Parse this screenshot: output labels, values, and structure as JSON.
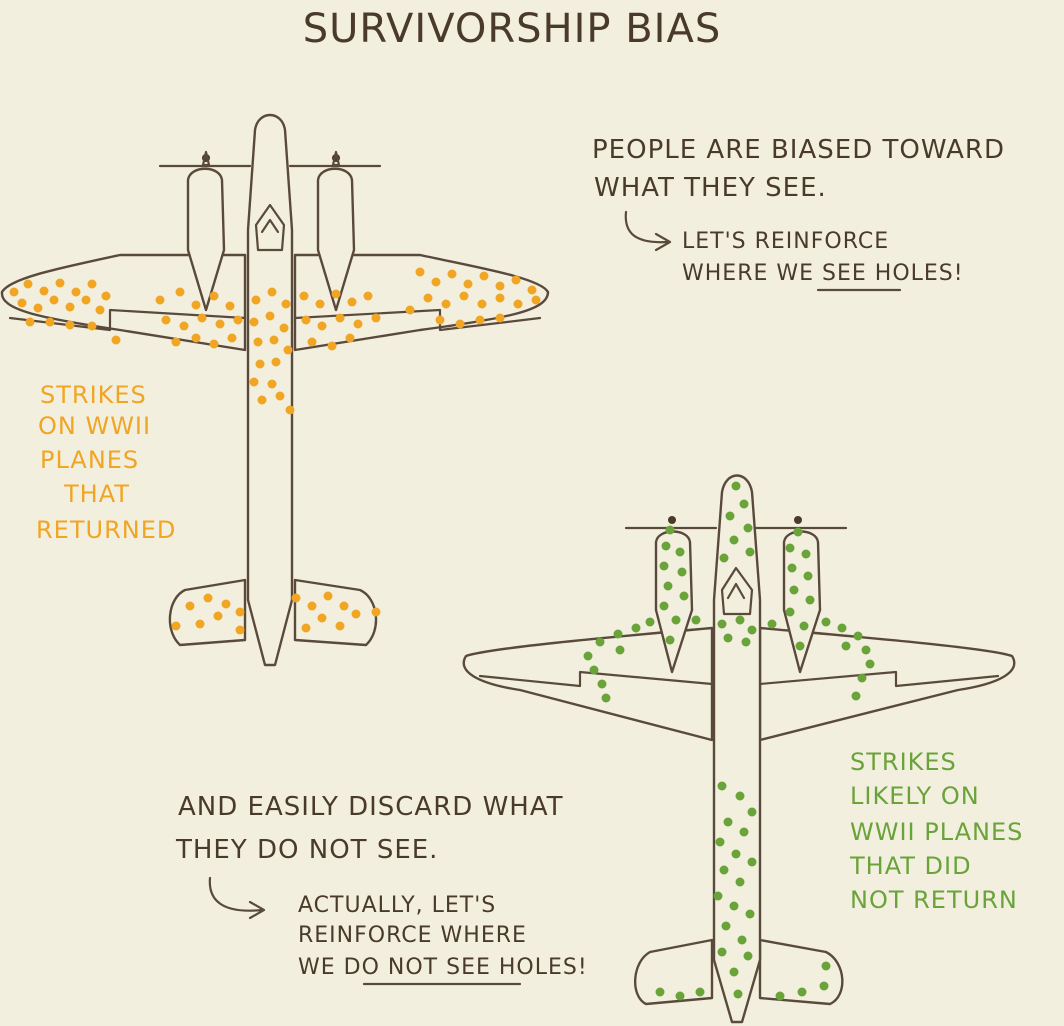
{
  "title": "SURVIVORSHIP BIAS",
  "notes": {
    "seen": {
      "heading_line1": "PEOPLE ARE BIASED TOWARD",
      "heading_line2": "WHAT THEY SEE.",
      "aside_line1": "LET'S REINFORCE",
      "aside_line2_a": "WHERE WE ",
      "aside_line2_b": "SEE",
      "aside_line2_c": " HOLES!"
    },
    "unseen": {
      "heading_line1": "AND EASILY DISCARD WHAT",
      "heading_line2": "THEY DO NOT SEE.",
      "aside_line1": "ACTUALLY, LET'S",
      "aside_line2": "REINFORCE WHERE",
      "aside_line3_a": "WE ",
      "aside_line3_b": "DO NOT SEE",
      "aside_line3_c": " HOLES!"
    }
  },
  "labels": {
    "returned": [
      "STRIKES",
      "ON WWII",
      "PLANES",
      "THAT",
      "RETURNED"
    ],
    "not_returned": [
      "STRIKES",
      "LIKELY ON",
      "WWII PLANES",
      "THAT DID",
      "NOT RETURN"
    ]
  },
  "colors": {
    "ink": "#4a3a2c",
    "returned_strikes": "#f0a523",
    "not_returned_strikes": "#6aa33a",
    "paper": "#f3efdf"
  }
}
